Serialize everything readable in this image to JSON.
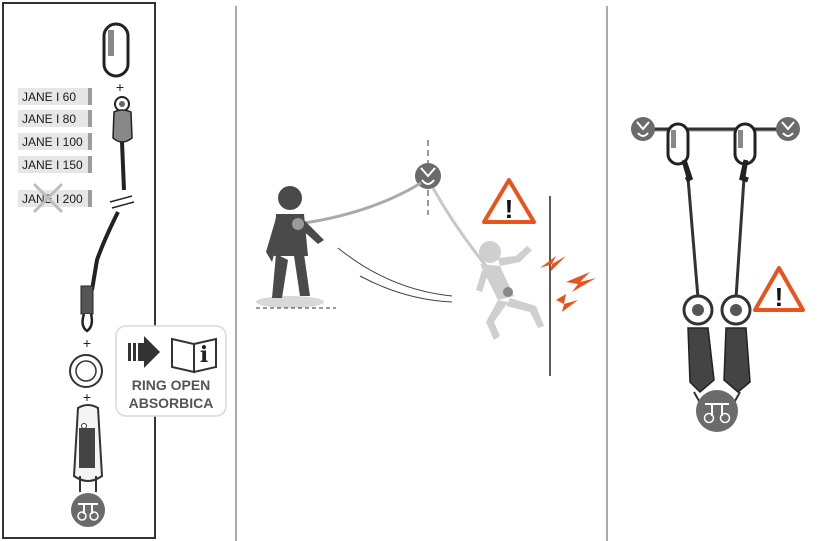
{
  "models": {
    "items": [
      "JANE I 60",
      "JANE I 80",
      "JANE I 100",
      "JANE I 150",
      "JANE I 200"
    ],
    "excluded": "JANE I 200"
  },
  "instruction": {
    "line1": "RING OPEN",
    "line2": "ABSORBICA",
    "info_glyph": "i"
  },
  "symbols": {
    "plus": "+",
    "warning": "!"
  },
  "colors": {
    "warning": "#e8541e",
    "anchor": "#6b6b6b",
    "figure": "#4a4a4a",
    "ghost": "#cfcfcf",
    "rope": "#9a9a9a"
  },
  "icons": [
    "carabiner-icon",
    "harness-icon",
    "anchor-icon",
    "info-manual-icon",
    "warning-icon",
    "impact-icon"
  ]
}
